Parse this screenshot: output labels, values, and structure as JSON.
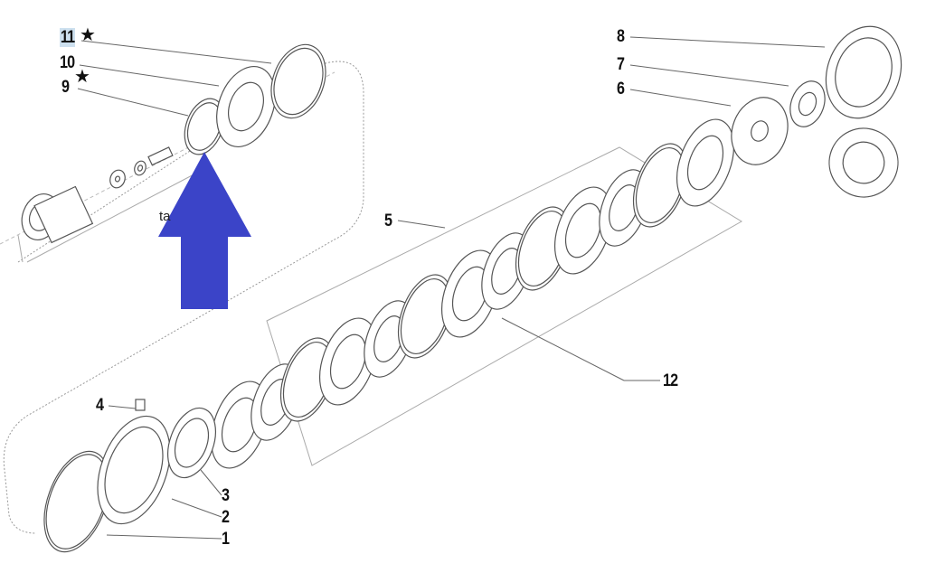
{
  "diagram": {
    "title": "Exploded parts diagram",
    "callouts": [
      {
        "id": "11",
        "text": "11",
        "starred": true,
        "highlighted": true
      },
      {
        "id": "10",
        "text": "10",
        "starred": false
      },
      {
        "id": "9",
        "text": "9",
        "starred": true
      },
      {
        "id": "8",
        "text": "8"
      },
      {
        "id": "7",
        "text": "7"
      },
      {
        "id": "6",
        "text": "6"
      },
      {
        "id": "5",
        "text": "5"
      },
      {
        "id": "12",
        "text": "12"
      },
      {
        "id": "4",
        "text": "4"
      },
      {
        "id": "3",
        "text": "3"
      },
      {
        "id": "2",
        "text": "2"
      },
      {
        "id": "1",
        "text": "1"
      }
    ],
    "star_symbol": "★",
    "partial_text": "ta",
    "arrow_color": "#3b44c8",
    "highlight_color": "#cde0ef"
  }
}
